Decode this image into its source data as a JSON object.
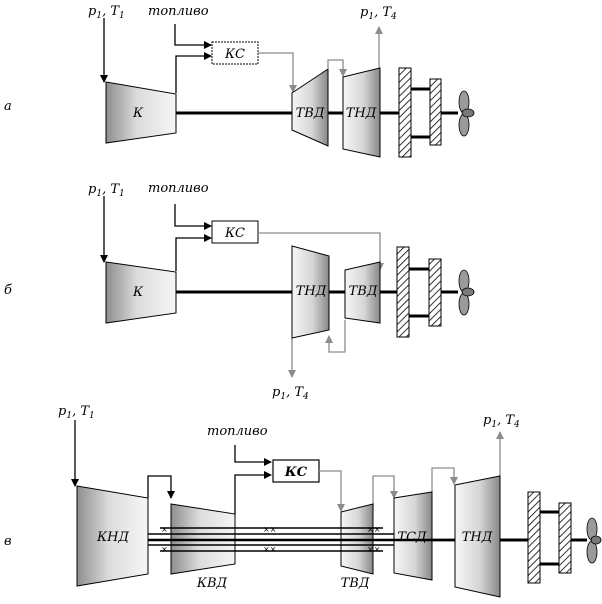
{
  "diagrams": [
    {
      "label": "а",
      "inlet": {
        "p": "p",
        "p_sub": "1",
        "sep": ", ",
        "T": "T",
        "T_sub": "1"
      },
      "fuel": "топливо",
      "combustor": "КС",
      "outlet": {
        "p": "p",
        "p_sub": "1",
        "sep": ", ",
        "T": "T",
        "T_sub": "4"
      },
      "compressor": "К",
      "turbines": [
        "ТВД",
        "ТНД"
      ]
    },
    {
      "label": "б",
      "inlet": {
        "p": "p",
        "p_sub": "1",
        "sep": ", ",
        "T": "T",
        "T_sub": "1"
      },
      "fuel": "топливо",
      "combustor": "КС",
      "outlet": {
        "p": "p",
        "p_sub": "1",
        "sep": ", ",
        "T": "T",
        "T_sub": "4"
      },
      "compressor": "К",
      "turbines": [
        "ТНД",
        "ТВД"
      ]
    },
    {
      "label": "в",
      "inlet": {
        "p": "p",
        "p_sub": "1",
        "sep": ", ",
        "T": "T",
        "T_sub": "1"
      },
      "fuel": "топливо",
      "combustor": "КС",
      "outlet": {
        "p": "p",
        "p_sub": "1",
        "sep": ", ",
        "T": "T",
        "T_sub": "4"
      },
      "compressors": [
        "КНД",
        "КВД"
      ],
      "turbines": [
        "ТВД",
        "ТСД",
        "ТНД"
      ]
    }
  ],
  "colors": {
    "stroke": "#000000",
    "flow_line": "#8c8c8c",
    "body_light": "#f4f4f4",
    "body_dark": "#8e8e8e"
  }
}
